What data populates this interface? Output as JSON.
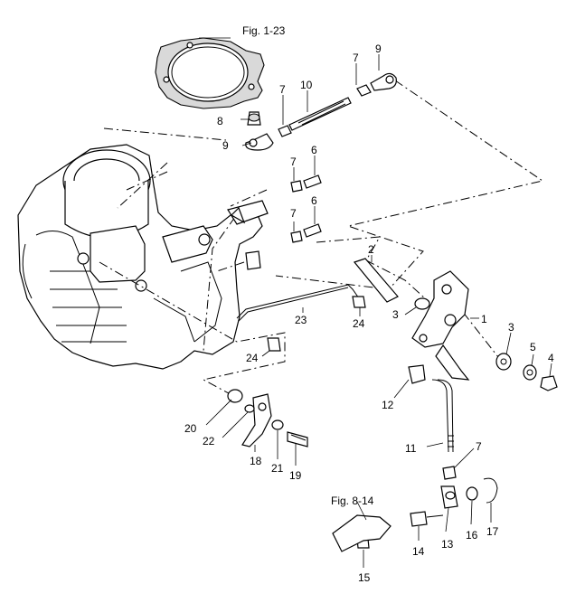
{
  "figure_refs": {
    "top": "Fig. 1-23",
    "bottom": "Fig. 8-14"
  },
  "labels": {
    "p1": "1",
    "p2": "2",
    "p3a": "3",
    "p3b": "3",
    "p4": "4",
    "p5": "5",
    "p6a": "6",
    "p6b": "6",
    "p7a": "7",
    "p7b": "7",
    "p7c": "7",
    "p7d": "7",
    "p7e": "7",
    "p8": "8",
    "p9a": "9",
    "p9b": "9",
    "p10": "10",
    "p11": "11",
    "p12": "12",
    "p13": "13",
    "p14": "14",
    "p15": "15",
    "p16": "16",
    "p17": "17",
    "p18": "18",
    "p19": "19",
    "p20": "20",
    "p21": "21",
    "p22": "22",
    "p23": "23",
    "p24a": "24",
    "p24b": "24"
  }
}
